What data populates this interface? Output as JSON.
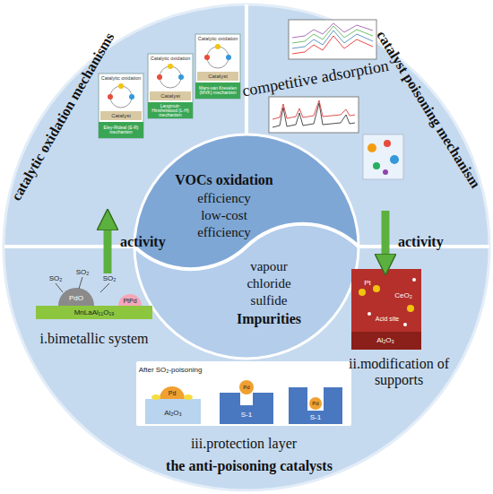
{
  "diagram": {
    "nodes": [
      {
        "text": [
          "catalytic oxidation mechanisms"
        ]
      },
      {
        "text": [
          "catalyst poisoning mechanism",
          "competitive adsorption"
        ]
      },
      {
        "text": [
          "VOCs oxidation",
          "efficiency",
          "low-cost",
          "efficiency"
        ]
      },
      {
        "text": [
          "vapour",
          "chloride",
          "sulfide",
          "Impurities"
        ]
      },
      {
        "text": [
          "i.bimetallic system",
          "ii.modification of supports",
          "iii.protection layer",
          "the anti-poisoning catalysts"
        ]
      }
    ],
    "edges": [
      {
        "from": 4,
        "to": 0,
        "arrow": "to",
        "label": "activity"
      },
      {
        "from": 1,
        "to": 4,
        "arrow": "to",
        "label": "activity"
      }
    ],
    "labels": [
      "Catalytic oxidation",
      "Catalyst",
      "Eley-Rideal (E-R) mechanism",
      "Catalytic oxidation",
      "Catalyst",
      "Langmuir-Hinshelwood (L-H) mechanism",
      "Catalytic oxidation",
      "Catalyst",
      "Mars-van Krevelen (MVK) mechanism",
      "SO₂",
      "SO₂",
      "SO₂",
      "PdO",
      "PtPd",
      "MnLaAl₁₁O₁₉",
      "Pt",
      "CeO₂",
      "Acid site",
      "Al₂O₃",
      "After SO₂-poisoning",
      "Pd",
      "Al₂O₃",
      "Pd",
      "S-1",
      "Pd",
      "S-1"
    ]
  }
}
